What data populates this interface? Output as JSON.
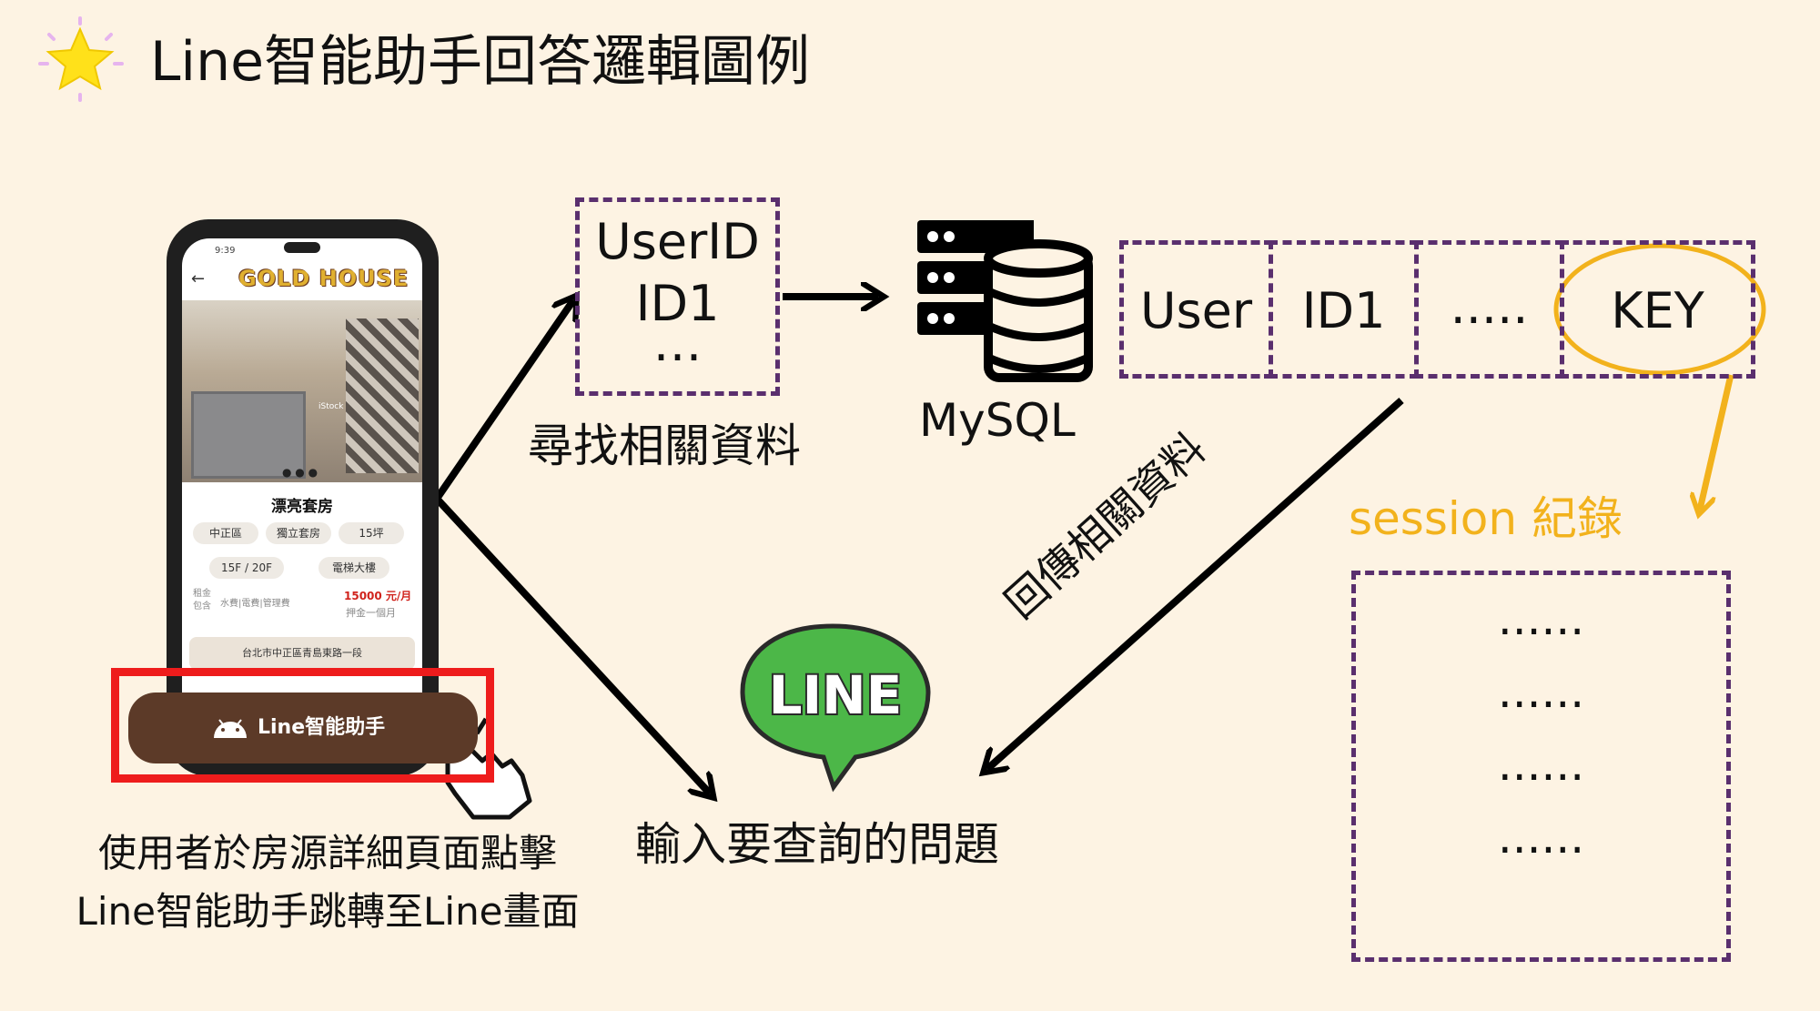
{
  "title": "Line智能助手回答邏輯圖例",
  "colors": {
    "background": "#fdf3e3",
    "dashed_border": "#5a2f6e",
    "session_label": "#f2b21c",
    "highlight_circle": "#f2b21c",
    "red_frame": "#ee1c1c",
    "line_green": "#4cb748",
    "button_brown": "#5c3a28",
    "price_red": "#d0231c"
  },
  "icons": [
    "star-icon",
    "database-server-icon",
    "line-logo-icon",
    "android-icon",
    "hand-pointer-icon",
    "back-arrow-icon"
  ],
  "phone": {
    "time": "9:39",
    "logo": "GOLD HOUSE",
    "watermark": "iStock",
    "listing_title": "漂亮套房",
    "chips": [
      "中正區",
      "獨立套房",
      "15坪",
      "15F / 20F",
      "電梯大樓"
    ],
    "rent_label": "租金\n包含",
    "rent_includes": "水費|電費|管理費",
    "price": "15000 元/月",
    "deposit": "押金一個月",
    "address": "台北市中正區青島東路一段",
    "button_label": "Line智能助手"
  },
  "caption_left": [
    "使用者於房源詳細頁面點擊",
    "Line智能助手跳轉至Line畫面"
  ],
  "query_box": [
    "UserID",
    "ID1",
    "…"
  ],
  "find_label": "尋找相關資料",
  "mysql_label": "MySQL",
  "db_cells": [
    "User",
    "ID1",
    ".....",
    "KEY"
  ],
  "session_label": "session 紀錄",
  "session_rows": [
    "......",
    "......",
    "......",
    "......"
  ],
  "return_label": "回傳相關資料",
  "line_logo_text": "LINE",
  "input_label": "輸入要查詢的問題"
}
